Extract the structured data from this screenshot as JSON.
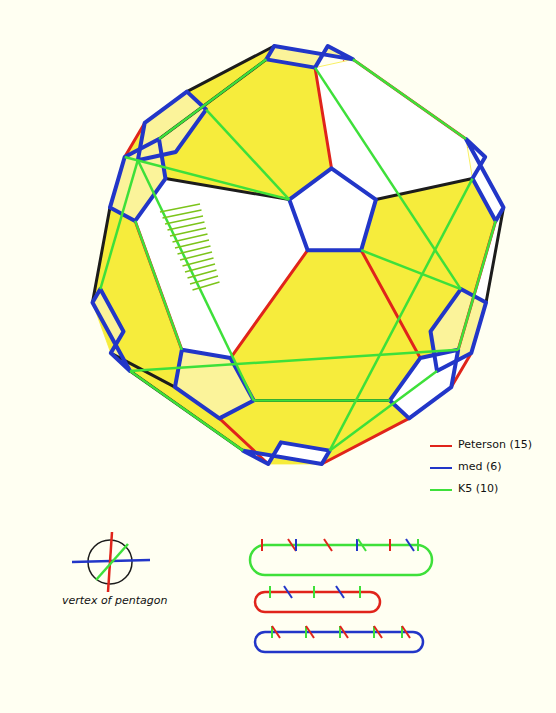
{
  "diagram": {
    "labels": [
      "vertex of pentagon"
    ],
    "legend": [
      {
        "text": "Peterson (15)"
      },
      {
        "text": "med (6)"
      },
      {
        "text": "K5 (10)"
      }
    ]
  }
}
